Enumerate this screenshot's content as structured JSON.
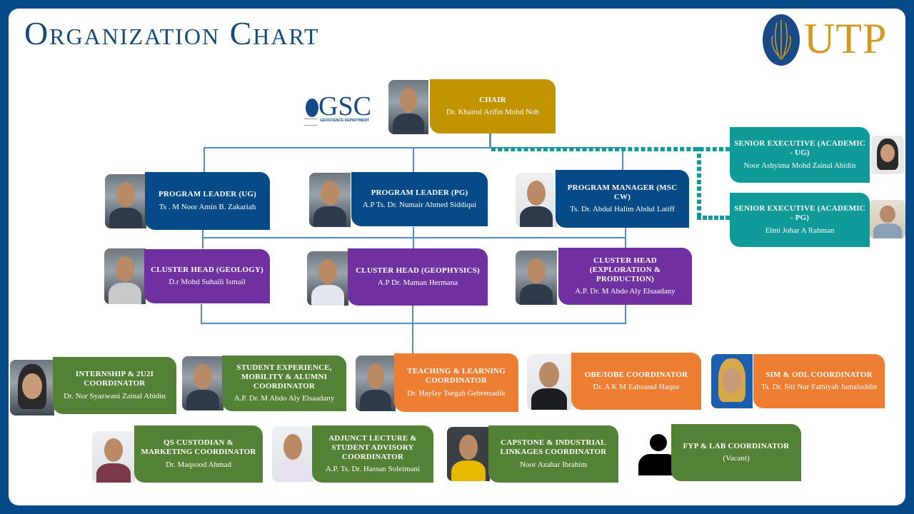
{
  "header": {
    "title": "Organization Chart",
    "logo_right": "UTP",
    "logo_left": "GSC",
    "logo_left_sub": "GEOSCIENCE DEPARTMENT"
  },
  "colors": {
    "frame": "#064a87",
    "chair": "#c29300",
    "program": "#064a87",
    "executive": "#109a9a",
    "cluster": "#7030a0",
    "coordinator_green": "#538135",
    "coordinator_orange": "#ed7d31",
    "connector": "#4f8fc8"
  },
  "chair": {
    "role": "CHAIR",
    "name": "Dr. Khairul Arifin Mohd Noh"
  },
  "executives": [
    {
      "role": "SENIOR EXECUTIVE (ACADEMIC - UG)",
      "name": "Noor Ashyima Mohd Zainal Abidin"
    },
    {
      "role": "SENIOR EXECUTIVE (ACADEMIC - PG)",
      "name": "Elmi Johar A Rahman"
    }
  ],
  "programs": [
    {
      "role": "PROGRAM LEADER (UG)",
      "name": "Ts . M Noor Amin B. Zakariah"
    },
    {
      "role": "PROGRAM LEADER (PG)",
      "name": "A.P Ts. Dr. Numair Ahmed Siddiqui"
    },
    {
      "role": "PROGRAM MANAGER (MSC CW)",
      "name": "Ts. Dr. Abdul Halim Abdul Latiff"
    }
  ],
  "clusters": [
    {
      "role": "CLUSTER HEAD (GEOLOGY)",
      "name": "D.r Mohd Suhaili Ismail"
    },
    {
      "role": "CLUSTER HEAD (GEOPHYSICS)",
      "name": "A.P Dr. Maman Hermana"
    },
    {
      "role": "CLUSTER HEAD (EXPLORATION & PRODUCTION)",
      "name": "A.P. Dr. M Abdo Aly Elsaadany"
    }
  ],
  "coordinators_row1": [
    {
      "role": "INTERNSHIP & 2U2I COORDINATOR",
      "name": "Dr. Nor Syazwani Zainal Abidin"
    },
    {
      "role": "STUDENT EXPERIENCE, MOBILITY & ALUMNI COORDINATOR",
      "name": "A.P. Dr. M Abdo Aly Elsaadany"
    },
    {
      "role": "TEACHING & LEARNING COORDINATOR",
      "name": "Dr. Haylay Tsegab Gebretsadik"
    },
    {
      "role": "OBE/iOBE COORDINATOR",
      "name": "Dr. A K M Eahsanul Haque"
    },
    {
      "role": "SIM & ODL COORDINATOR",
      "name": "Ts. Dr. Siti Nur Fathiyah Jamaluddin"
    }
  ],
  "coordinators_row2": [
    {
      "role": "QS CUSTODIAN & MARKETING COORDINATOR",
      "name": "Dr. Maqsood Ahmad"
    },
    {
      "role": "ADJUNCT LECTURE & STUDENT ADVISORY COORDINATOR",
      "name": "A.P. Ts. Dr. Hassan Soleimani"
    },
    {
      "role": "CAPSTONE & INDUSTRIAL LINKAGES COORDINATOR",
      "name": "Noor Azahar Ibrahim"
    },
    {
      "role": "FYP & LAB COORDINATOR",
      "name": "(Vacant)"
    }
  ]
}
